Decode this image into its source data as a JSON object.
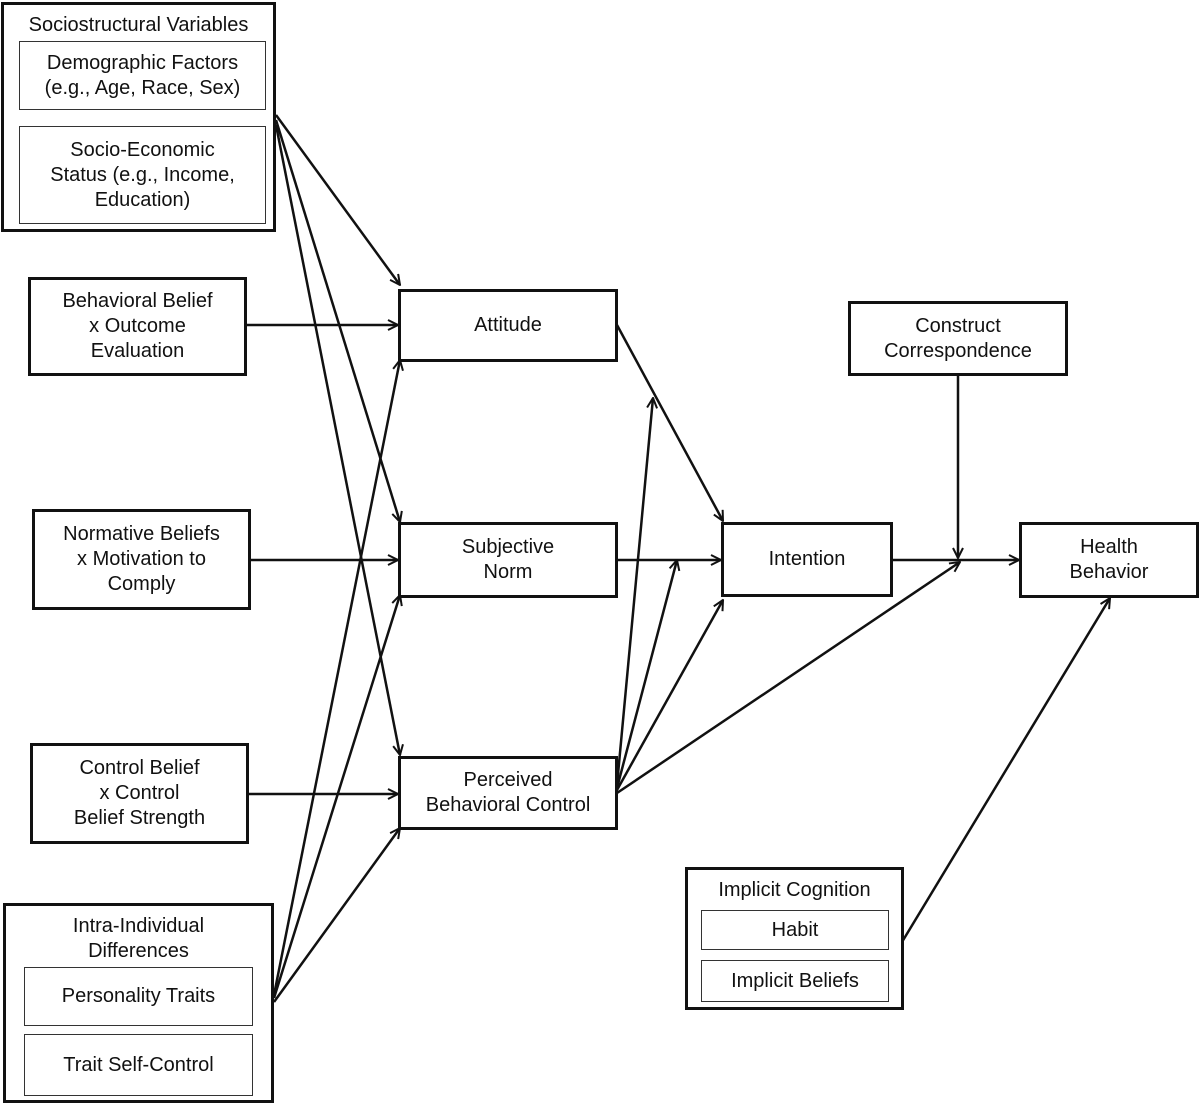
{
  "sociostructural": {
    "title": "Sociostructural Variables",
    "demographic": "Demographic Factors\n(e.g., Age, Race, Sex)",
    "ses": "Socio-Economic\nStatus (e.g., Income,\nEducation)"
  },
  "behavioral_belief": "Behavioral Belief\nx Outcome\nEvaluation",
  "normative_beliefs": "Normative Beliefs\nx Motivation to\nComply",
  "control_belief": "Control Belief\nx Control\nBelief Strength",
  "intra_individual": {
    "title": "Intra-Individual\nDifferences",
    "personality": "Personality Traits",
    "self_control": "Trait Self-Control"
  },
  "attitude": "Attitude",
  "subjective_norm": "Subjective\nNorm",
  "pbc": "Perceived\nBehavioral Control",
  "intention": "Intention",
  "construct_correspondence": "Construct\nCorrespondence",
  "health_behavior": "Health\nBehavior",
  "implicit_cognition": {
    "title": "Implicit Cognition",
    "habit": "Habit",
    "implicit_beliefs": "Implicit Beliefs"
  }
}
